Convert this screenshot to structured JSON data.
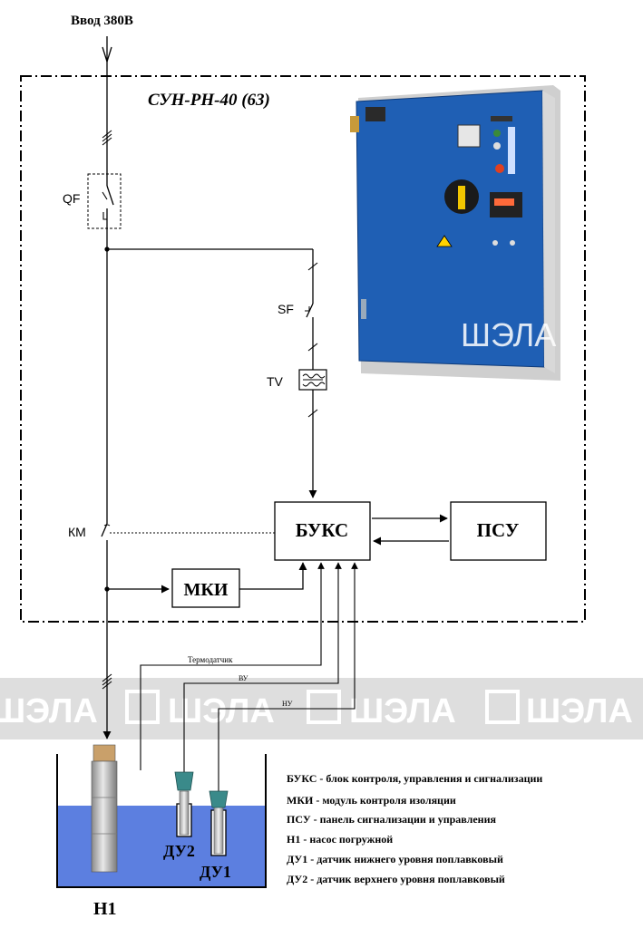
{
  "diagram": {
    "input_label": "Ввод 380В",
    "panel_title": "СУН-РН-40 (63)",
    "components": {
      "qf": "QF",
      "sf": "SF",
      "tv": "TV",
      "km": "КМ",
      "buks": "БУКС",
      "psu": "ПСУ",
      "mki": "МКИ"
    },
    "signals": {
      "thermo": "Термодатчик",
      "vu": "ВУ",
      "nu": "НУ"
    },
    "sensors": {
      "du1": "ДУ1",
      "du2": "ДУ2"
    },
    "pump_label": "Н1",
    "watermark": "ШЭЛА",
    "watermark_band": [
      "ШЭЛА",
      "ШЭЛА",
      "ШЭЛА",
      "ШЭЛА"
    ],
    "legend": [
      "БУКС - блок контроля, управления и сигнализации",
      "МКИ - модуль контроля изоляции",
      "ПСУ - панель сигнализации и управления",
      "Н1 - насос погружной",
      "ДУ1 - датчик нижнего уровня поплавковый",
      "ДУ2 - датчик верхнего уровня поплавковый"
    ],
    "colors": {
      "line": "#000000",
      "cabinet_blue": "#1f5fb4",
      "water": "#5c7fe0",
      "watermark_band": "#dedede"
    }
  }
}
